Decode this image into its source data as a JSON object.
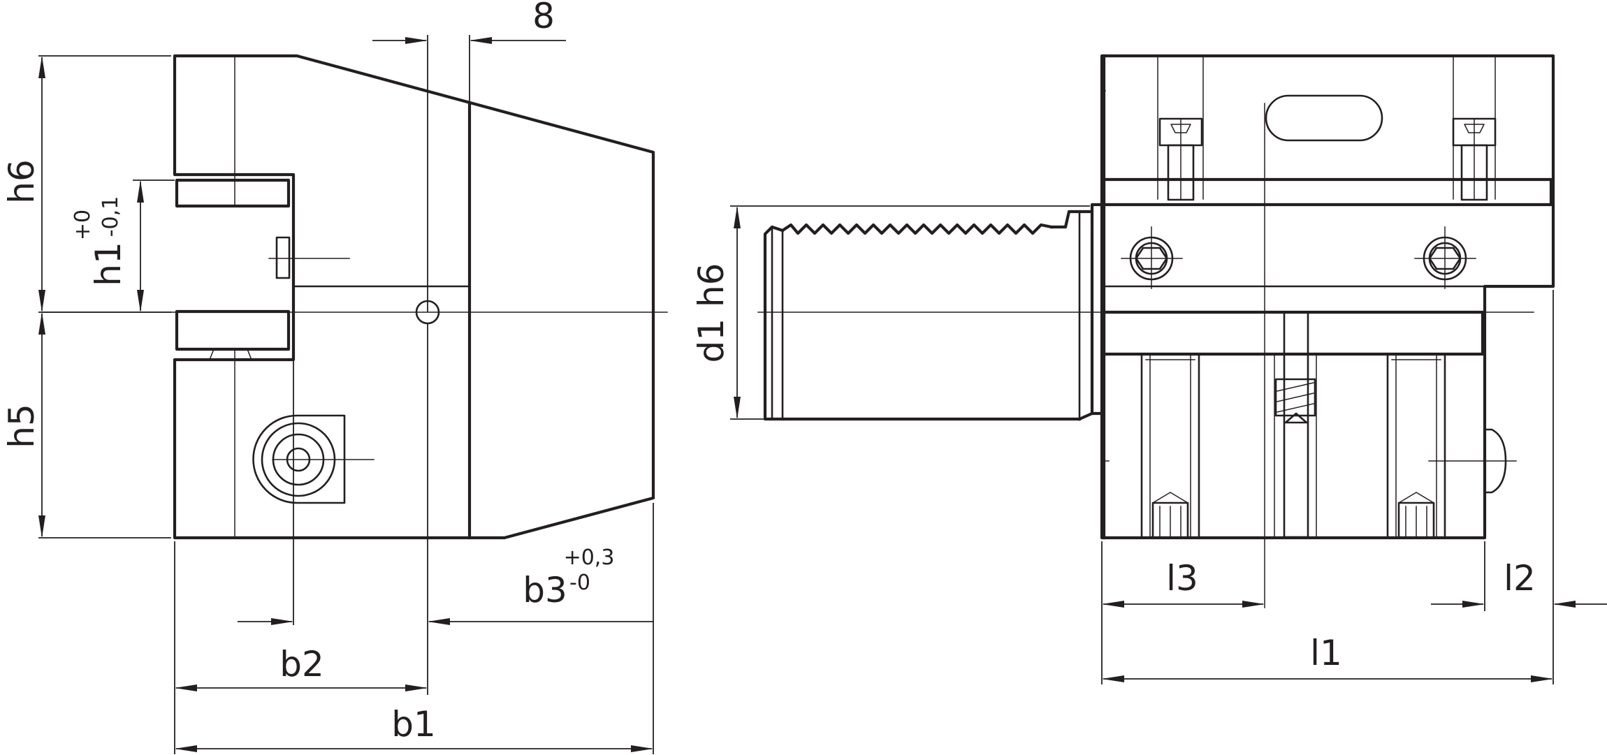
{
  "dimension_labels": {
    "h6": "h6",
    "h5": "h5",
    "h1": "h1",
    "h1_upper": "+0",
    "h1_lower": "-0,1",
    "dim_8": "8",
    "b1": "b1",
    "b2": "b2",
    "b3": "b3",
    "b3_upper": "+0,3",
    "b3_lower": "-0",
    "d1": "d1 h6",
    "l1": "l1",
    "l2": "l2",
    "l3": "l3"
  }
}
